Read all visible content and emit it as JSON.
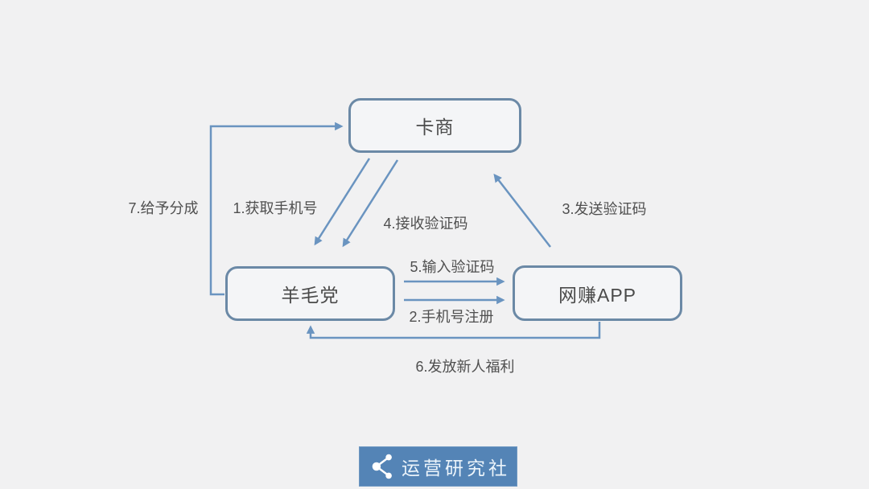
{
  "page": {
    "background_color": "#f1f1f2"
  },
  "diagram": {
    "nodes": [
      {
        "id": "card-merchant",
        "label": "卡商"
      },
      {
        "id": "wool-party",
        "label": "羊毛党"
      },
      {
        "id": "moneymaking-app",
        "label": "网赚APP"
      }
    ],
    "edges": [
      {
        "num": 1,
        "label": "1.获取手机号",
        "from": "卡商",
        "to": "羊毛党",
        "style": "diagonal-down-left"
      },
      {
        "num": 2,
        "label": "2.手机号注册",
        "from": "羊毛党",
        "to": "网赚APP",
        "style": "horizontal-right"
      },
      {
        "num": 3,
        "label": "3.发送验证码",
        "from": "网赚APP",
        "to": "卡商",
        "style": "diagonal-up-left"
      },
      {
        "num": 4,
        "label": "4.接收验证码",
        "from": "卡商",
        "to": "羊毛党",
        "style": "diagonal-down-left"
      },
      {
        "num": 5,
        "label": "5.输入验证码",
        "from": "羊毛党",
        "to": "网赚APP",
        "style": "horizontal-right"
      },
      {
        "num": 6,
        "label": "6.发放新人福利",
        "from": "网赚APP",
        "to": "羊毛党",
        "style": "elbow-bottom"
      },
      {
        "num": 7,
        "label": "7.给予分成",
        "from": "羊毛党",
        "to": "卡商",
        "style": "elbow-left"
      }
    ],
    "colors": {
      "node_border": "#6b89a6",
      "node_fill": "#f4f5f7",
      "node_text": "#4a4a4a",
      "arrow": "#6a94c0",
      "label_text": "#4f4f4f"
    }
  },
  "footer_logo": {
    "name": "运营研究社",
    "icon": "share-icon",
    "background": "#5484b6",
    "text_color": "#edf5fb"
  }
}
